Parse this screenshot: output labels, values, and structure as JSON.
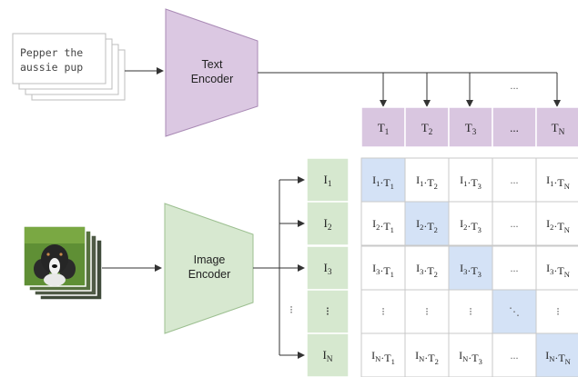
{
  "caption_text": [
    "Pepper the",
    "aussie pup"
  ],
  "text_encoder": {
    "line1": "Text",
    "line2": "Encoder"
  },
  "image_encoder": {
    "line1": "Image",
    "line2": "Encoder"
  },
  "text_tokens": [
    {
      "base": "T",
      "sub": "1"
    },
    {
      "base": "T",
      "sub": "2"
    },
    {
      "base": "T",
      "sub": "3"
    },
    {
      "base": "...",
      "sub": ""
    },
    {
      "base": "T",
      "sub": "N"
    }
  ],
  "image_tokens": [
    {
      "base": "I",
      "sub": "1"
    },
    {
      "base": "I",
      "sub": "2"
    },
    {
      "base": "I",
      "sub": "3"
    },
    {
      "base": "⁝",
      "sub": ""
    },
    {
      "base": "I",
      "sub": "N"
    }
  ],
  "arrow_ellipsis": "...",
  "left_vdots": "⁝",
  "matrix": {
    "ellipsis": "...",
    "vdots": "⁝",
    "ddots": "⋱",
    "rows": [
      [
        "I1·T1",
        "I1·T2",
        "I1·T3",
        "...",
        "I1·TN"
      ],
      [
        "I2·T1",
        "I2·T2",
        "I2·T3",
        "...",
        "I2·TN"
      ],
      [
        "I3·T1",
        "I3·T2",
        "I3·T3",
        "...",
        "I3·TN"
      ],
      [
        "⁝",
        "⁝",
        "⁝",
        "⋱",
        "⁝"
      ],
      [
        "IN·T1",
        "IN·T2",
        "IN·T3",
        "...",
        "IN·TN"
      ]
    ]
  },
  "colors": {
    "text_encoder_fill": "#dbc8e2",
    "text_encoder_stroke": "#a98ab5",
    "image_encoder_fill": "#d7e8d0",
    "image_encoder_stroke": "#9cbf90",
    "text_token_fill": "#d9c6e0",
    "image_token_fill": "#d6e8cf",
    "diagonal_fill": "#d4e2f6",
    "grid_stroke": "#c9c9c9",
    "arrow": "#333333"
  }
}
